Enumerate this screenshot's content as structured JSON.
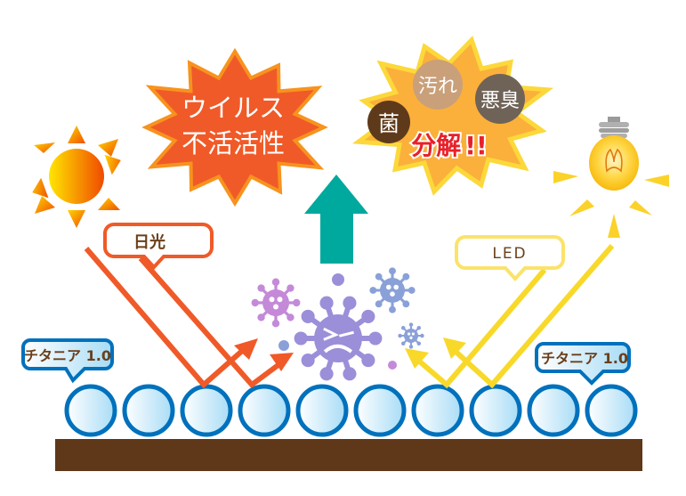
{
  "title": "Photocatalyst titania coating diagram",
  "burst_virus": {
    "line1": "ウイルス",
    "line2": "不活活性"
  },
  "burst_decompose": {
    "bubbles": [
      {
        "label": "菌",
        "color": "#5e3a1a"
      },
      {
        "label": "汚れ",
        "color": "#c9a07a"
      },
      {
        "label": "悪臭",
        "color": "#6f6358"
      }
    ],
    "main_label": "分解",
    "exclaim": "!!"
  },
  "light_sources": {
    "sunlight": {
      "label": "日光",
      "color": "#f05a28"
    },
    "led": {
      "label": "LED",
      "color": "#f8d92a"
    }
  },
  "titania_labels": {
    "left": "チタニア 1.0",
    "right": "チタニア 1.0"
  },
  "colors": {
    "orange": "#f05a28",
    "yellow": "#f8d92a",
    "teal": "#00a99d",
    "titania_blue": "#0071bc",
    "substrate_brown": "#5e3819",
    "label_text_brown": "#6b3f1a",
    "virus_purple": "#9b8fd9",
    "virus_violet": "#c48ad8",
    "virus_blue": "#8aa0d8"
  },
  "particle_count": 10
}
